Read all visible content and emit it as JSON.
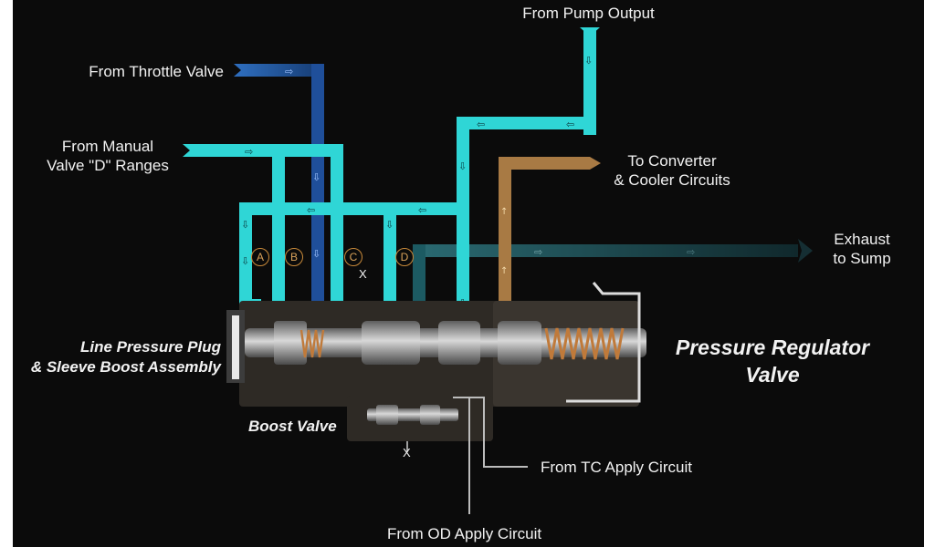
{
  "labels": {
    "pump_output": "From Pump Output",
    "throttle_valve": "From Throttle Valve",
    "manual_valve": "From Manual\nValve \"D\" Ranges",
    "converter": "To Converter\n& Cooler Circuits",
    "exhaust": "Exhaust\nto Sump",
    "line_pressure_plug": "Line Pressure Plug\n& Sleeve Boost Assembly",
    "pressure_regulator": "Pressure Regulator\nValve",
    "boost_valve": "Boost Valve",
    "tc_apply": "From TC Apply Circuit",
    "od_apply": "From OD Apply Circuit"
  },
  "ports": {
    "a": "A",
    "b": "B",
    "c": "C",
    "d": "D"
  },
  "orifice_mark": "X",
  "colors": {
    "background": "#0b0b0b",
    "line_pressure": "#2fd6d6",
    "throttle_pressure": "#1f4f9a",
    "converter_feed": "#a87a44",
    "exhaust": "#1c5a62",
    "valve_body": "#2e2a25",
    "spool": "#9a9a9a",
    "port_ring": "#c98a3a",
    "text": "#f2f2f2"
  }
}
